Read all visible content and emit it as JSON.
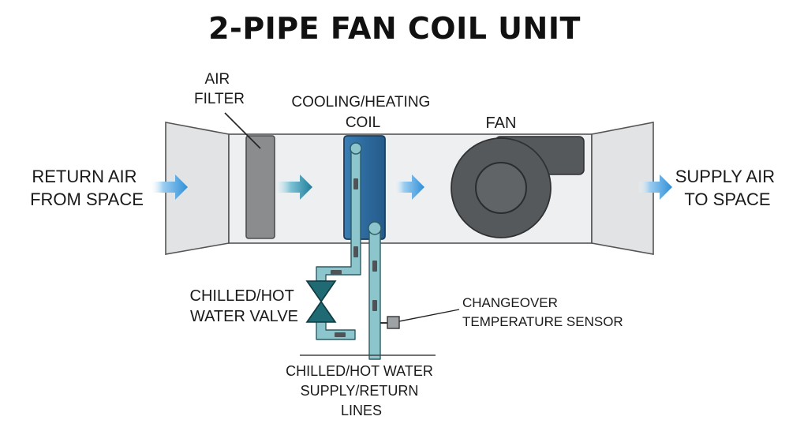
{
  "title": "2-PIPE FAN COIL UNIT",
  "labels": {
    "air_filter": [
      "AIR",
      "FILTER"
    ],
    "coil": [
      "COOLING/HEATING",
      "COIL"
    ],
    "fan": "FAN",
    "return_air": [
      "RETURN AIR",
      "FROM SPACE"
    ],
    "supply_air": [
      "SUPPLY AIR",
      "TO SPACE"
    ],
    "valve": [
      "CHILLED/HOT",
      "WATER VALVE"
    ],
    "sensor": [
      "CHANGEOVER",
      "TEMPERATURE SENSOR"
    ],
    "water_lines": [
      "CHILLED/HOT WATER",
      "SUPPLY/RETURN",
      "LINES"
    ]
  },
  "colors": {
    "air_arrow": "#2f8fd8",
    "coil": "#2e6a9e",
    "pipe": "#8cc6cc",
    "valve": "#1f6a73",
    "fan": "#55595c",
    "filter": "#8a8c8e",
    "duct": "#e9eaeb"
  }
}
